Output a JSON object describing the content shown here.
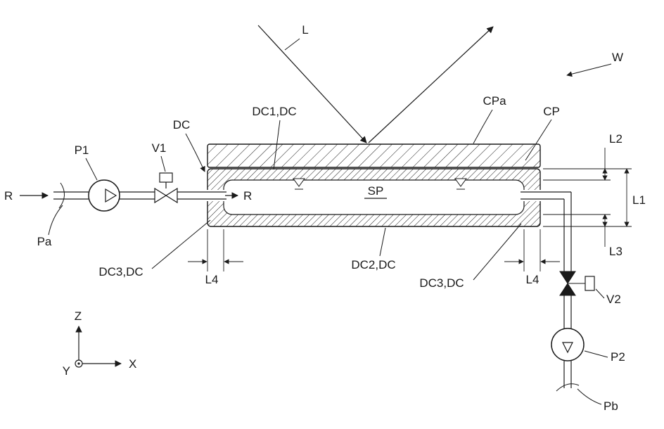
{
  "figure": {
    "beam": {
      "label": "L"
    },
    "wafer": {
      "label": "W"
    },
    "plate": {
      "top_surface_label": "CPa",
      "label": "CP"
    },
    "chamber": {
      "top_wall": "DC1,DC",
      "bottom_wall": "DC2,DC",
      "left_wall": "DC3,DC",
      "right_wall": "DC3,DC",
      "wall_ref": "DC",
      "space": "SP"
    },
    "flow": {
      "inlet": "R",
      "inside": "R",
      "supply_pipe": "Pa",
      "drain_pipe": "Pb"
    },
    "pumps": {
      "p1": "P1",
      "p2": "P2"
    },
    "valves": {
      "v1": "V1",
      "v2": "V2"
    },
    "dims": {
      "l1": "L1",
      "l2": "L2",
      "l3": "L3",
      "l4_left": "L4",
      "l4_right": "L4"
    },
    "axes": {
      "x": "X",
      "y": "Y",
      "z": "Z"
    },
    "colors": {
      "ink": "#1a1a1a",
      "background": "#ffffff"
    }
  }
}
